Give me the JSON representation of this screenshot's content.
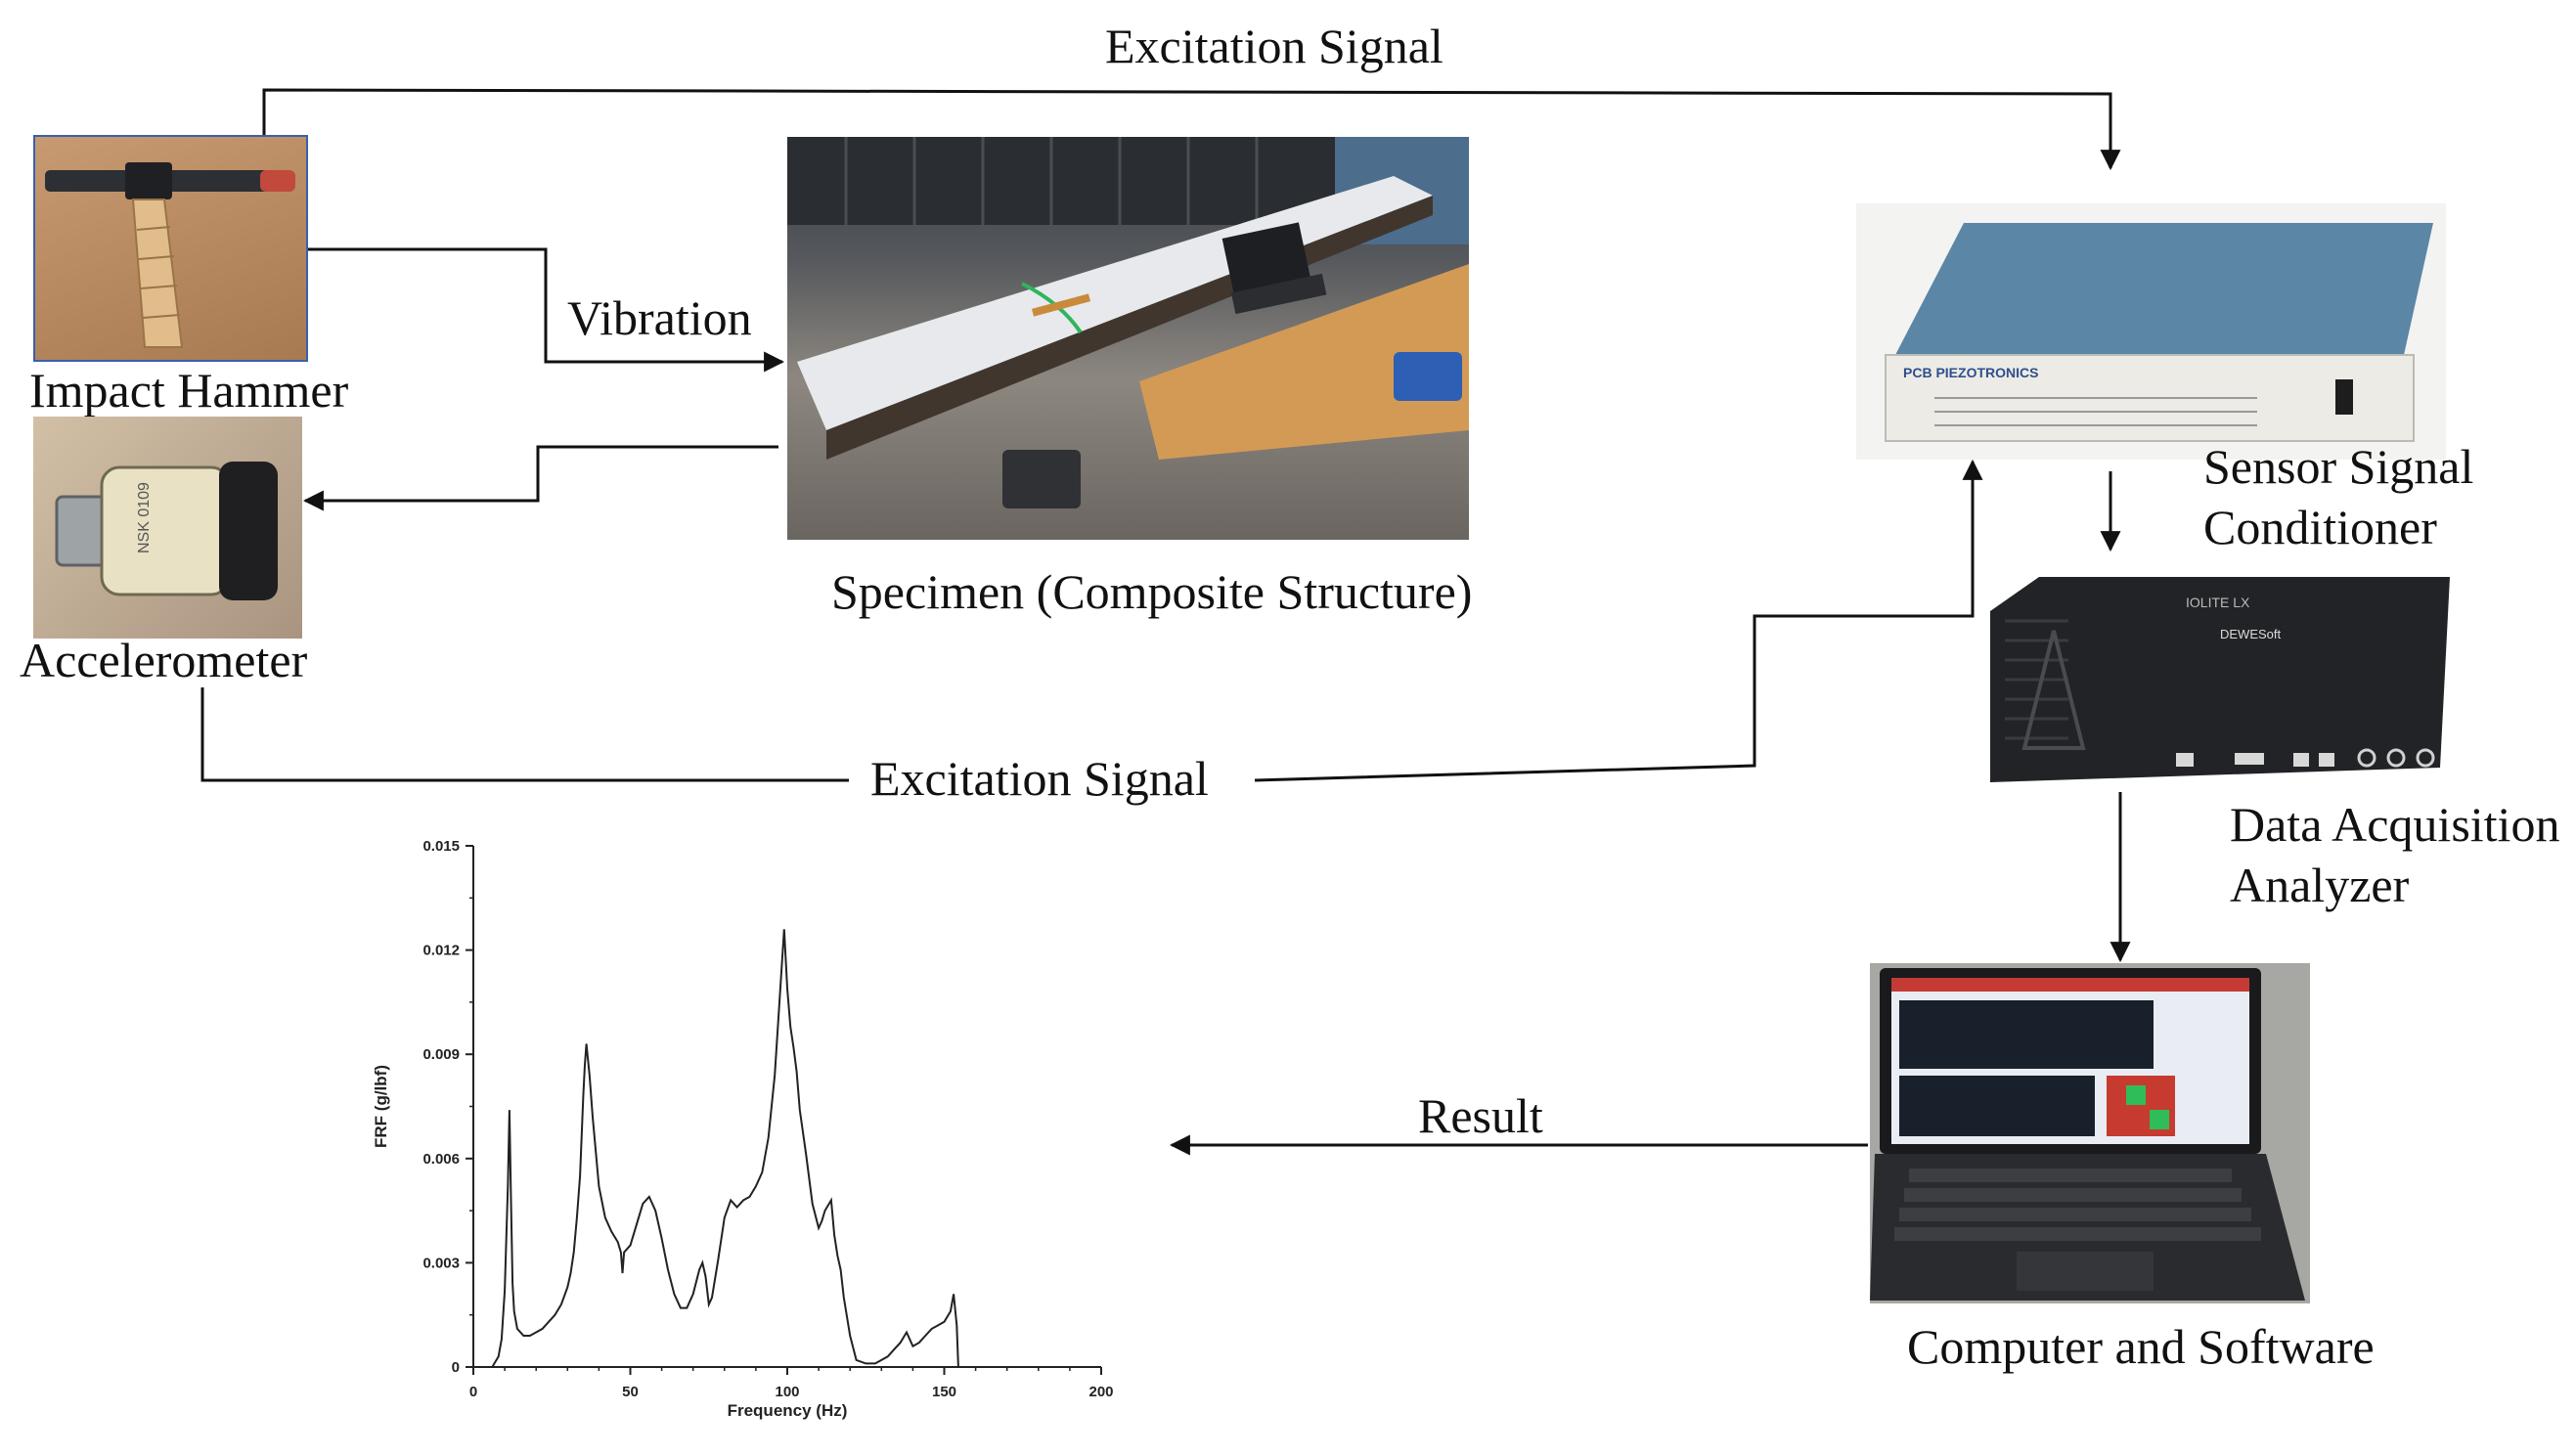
{
  "labels": {
    "excitation_signal_top": "Excitation Signal",
    "vibration": "Vibration",
    "impact_hammer": "Impact Hammer",
    "accelerometer": "Accelerometer",
    "specimen": "Specimen (Composite Structure)",
    "excitation_signal_bottom": "Excitation Signal",
    "sensor_signal_conditioner_line1": "Sensor Signal",
    "sensor_signal_conditioner_line2": "Conditioner",
    "daq_line1": "Data Acquisition",
    "daq_line2": "Analyzer",
    "computer": "Computer and Software",
    "result": "Result"
  },
  "device_text": {
    "conditioner_brand": "PCB PIEZOTRONICS",
    "daq_model": "IOLITE LX",
    "daq_brand": "DEWESoft"
  },
  "icons": [
    "impact-hammer-photo",
    "accelerometer-photo",
    "specimen-photo",
    "signal-conditioner-photo",
    "daq-analyzer-photo",
    "laptop-photo"
  ],
  "chart_data": {
    "type": "line",
    "title": "",
    "xlabel": "Frequency (Hz)",
    "ylabel": "FRF (g/lbf)",
    "xlim": [
      0,
      200
    ],
    "ylim": [
      0,
      0.015
    ],
    "x_ticks": [
      "0",
      "50",
      "100",
      "150",
      "200"
    ],
    "y_ticks": [
      "0",
      "0.003",
      "0.006",
      "0.009",
      "0.012",
      "0.015"
    ],
    "grid": false,
    "series": [
      {
        "x": [
          0,
          6,
          8,
          9,
          10,
          11,
          11.5,
          12,
          12.5,
          13,
          14,
          16,
          18,
          20,
          22,
          24,
          26,
          28,
          30,
          31,
          32,
          33,
          34,
          35,
          35.5,
          36,
          37,
          38,
          39,
          40,
          42,
          44,
          46,
          47,
          47.5,
          48,
          50,
          52,
          54,
          56,
          58,
          60,
          62,
          64,
          66,
          68,
          70,
          72,
          73,
          74,
          75,
          76,
          78,
          80,
          82,
          84,
          86,
          88,
          90,
          92,
          94,
          96,
          97,
          98,
          99,
          100,
          101,
          102,
          103,
          104,
          106,
          108,
          110,
          111,
          112,
          114,
          115,
          116,
          117,
          118,
          120,
          122,
          125,
          128,
          130,
          132,
          134,
          136,
          138,
          140,
          142,
          144,
          146,
          148,
          150,
          152,
          153,
          154,
          154.5
        ],
        "y": [
          0,
          0,
          0.0003,
          0.0008,
          0.0022,
          0.0052,
          0.0074,
          0.0048,
          0.0024,
          0.0016,
          0.0011,
          0.0009,
          0.0009,
          0.001,
          0.0011,
          0.0013,
          0.0015,
          0.0018,
          0.0023,
          0.0027,
          0.0033,
          0.0043,
          0.0055,
          0.0078,
          0.0087,
          0.0093,
          0.0084,
          0.0072,
          0.0062,
          0.0052,
          0.0043,
          0.0039,
          0.0036,
          0.0033,
          0.0027,
          0.0033,
          0.0035,
          0.0041,
          0.0047,
          0.0049,
          0.0045,
          0.0037,
          0.0028,
          0.0021,
          0.0017,
          0.0017,
          0.0021,
          0.0028,
          0.003,
          0.0026,
          0.0018,
          0.002,
          0.0031,
          0.0043,
          0.0048,
          0.0046,
          0.0048,
          0.0049,
          0.0052,
          0.0056,
          0.0066,
          0.0084,
          0.0098,
          0.0112,
          0.0126,
          0.0109,
          0.0098,
          0.0092,
          0.0085,
          0.0074,
          0.0061,
          0.0047,
          0.004,
          0.0042,
          0.0045,
          0.0048,
          0.0038,
          0.0032,
          0.0028,
          0.002,
          0.0009,
          0.0002,
          0.0001,
          0.0001,
          0.0002,
          0.0003,
          0.0005,
          0.0007,
          0.001,
          0.0006,
          0.0007,
          0.0009,
          0.0011,
          0.0012,
          0.0013,
          0.0016,
          0.0021,
          0.0012,
          0
        ]
      }
    ]
  }
}
